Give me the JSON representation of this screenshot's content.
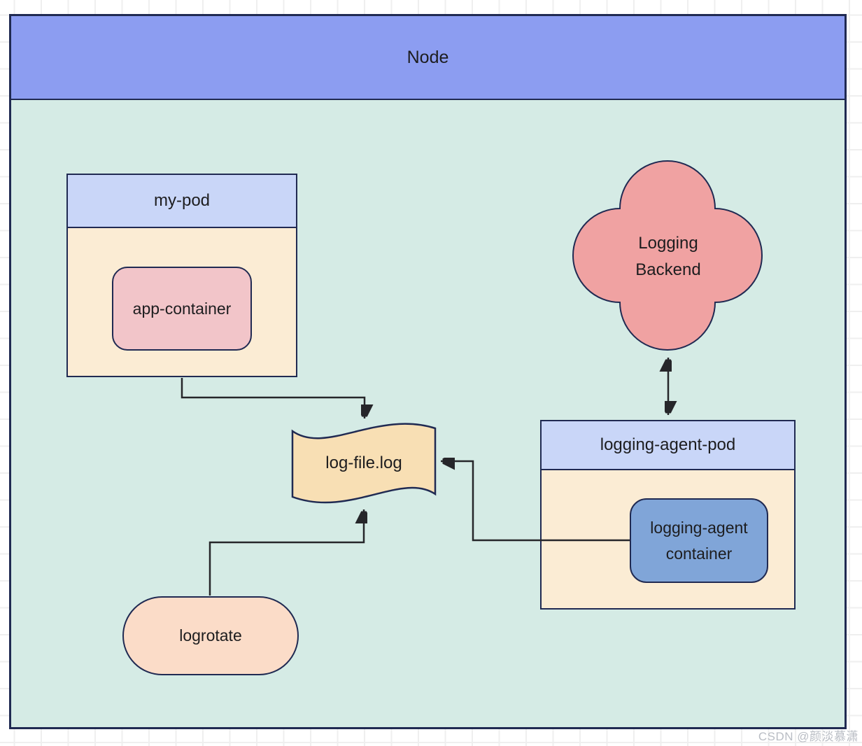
{
  "node": {
    "title": "Node"
  },
  "my_pod": {
    "title": "my-pod",
    "container_label": "app-container"
  },
  "logging_backend": {
    "label": "Logging Backend"
  },
  "log_file": {
    "label": "log-file.log"
  },
  "logrotate": {
    "label": "logrotate"
  },
  "logging_agent_pod": {
    "title": "logging-agent-pod",
    "container_label": "logging-agent container"
  },
  "edges": [
    {
      "from": "my-pod",
      "to": "log-file.log",
      "type": "one-way"
    },
    {
      "from": "logrotate",
      "to": "log-file.log",
      "type": "one-way"
    },
    {
      "from": "logging-agent container",
      "to": "log-file.log",
      "type": "one-way"
    },
    {
      "from": "logging-agent-pod",
      "to": "Logging Backend",
      "type": "two-way"
    }
  ],
  "watermark": "CSDN @颜淡慕潇",
  "colors": {
    "node_header": "#8c9df1",
    "node_body": "#d5ebe5",
    "pod_header": "#c9d6f8",
    "pod_body": "#fbecd4",
    "app_container": "#f2c5c9",
    "logging_agent_container": "#80a5d8",
    "logrotate": "#fbdcc8",
    "logging_backend": "#f0a2a2",
    "log_file": "#f8dfb4",
    "shape_border": "#202a52",
    "arrow": "#26262a",
    "watermark": "#b9bdc4"
  }
}
